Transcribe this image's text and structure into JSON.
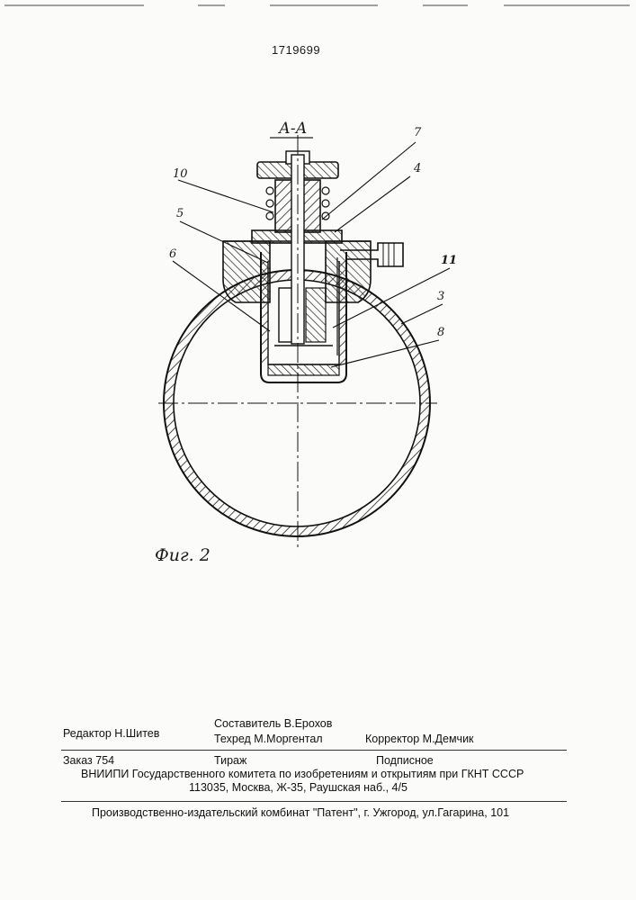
{
  "patent_number": "1719699",
  "section_label": "А-А",
  "figure_caption": "Фиг. 2",
  "part_labels": {
    "p10": "10",
    "p7": "7",
    "p4": "4",
    "p5": "5",
    "p6": "6",
    "p11": "11",
    "p3": "3",
    "p8": "8"
  },
  "credits": {
    "editor": "Редактор Н.Шитев",
    "compiler": "Составитель В.Ерохов",
    "techred": "Техред М.Моргентал",
    "corrector": "Корректор М.Демчик"
  },
  "order": {
    "order_no": "Заказ 754",
    "circulation": "Тираж",
    "subscription": "Подписное"
  },
  "publisher_line1": "ВНИИПИ Государственного комитета по изобретениям и открытиям при ГКНТ СССР",
  "publisher_line2": "113035, Москва, Ж-35, Раушская наб., 4/5",
  "printer_line": "Производственно-издательский комбинат \"Патент\", г. Ужгород, ул.Гагарина, 101"
}
